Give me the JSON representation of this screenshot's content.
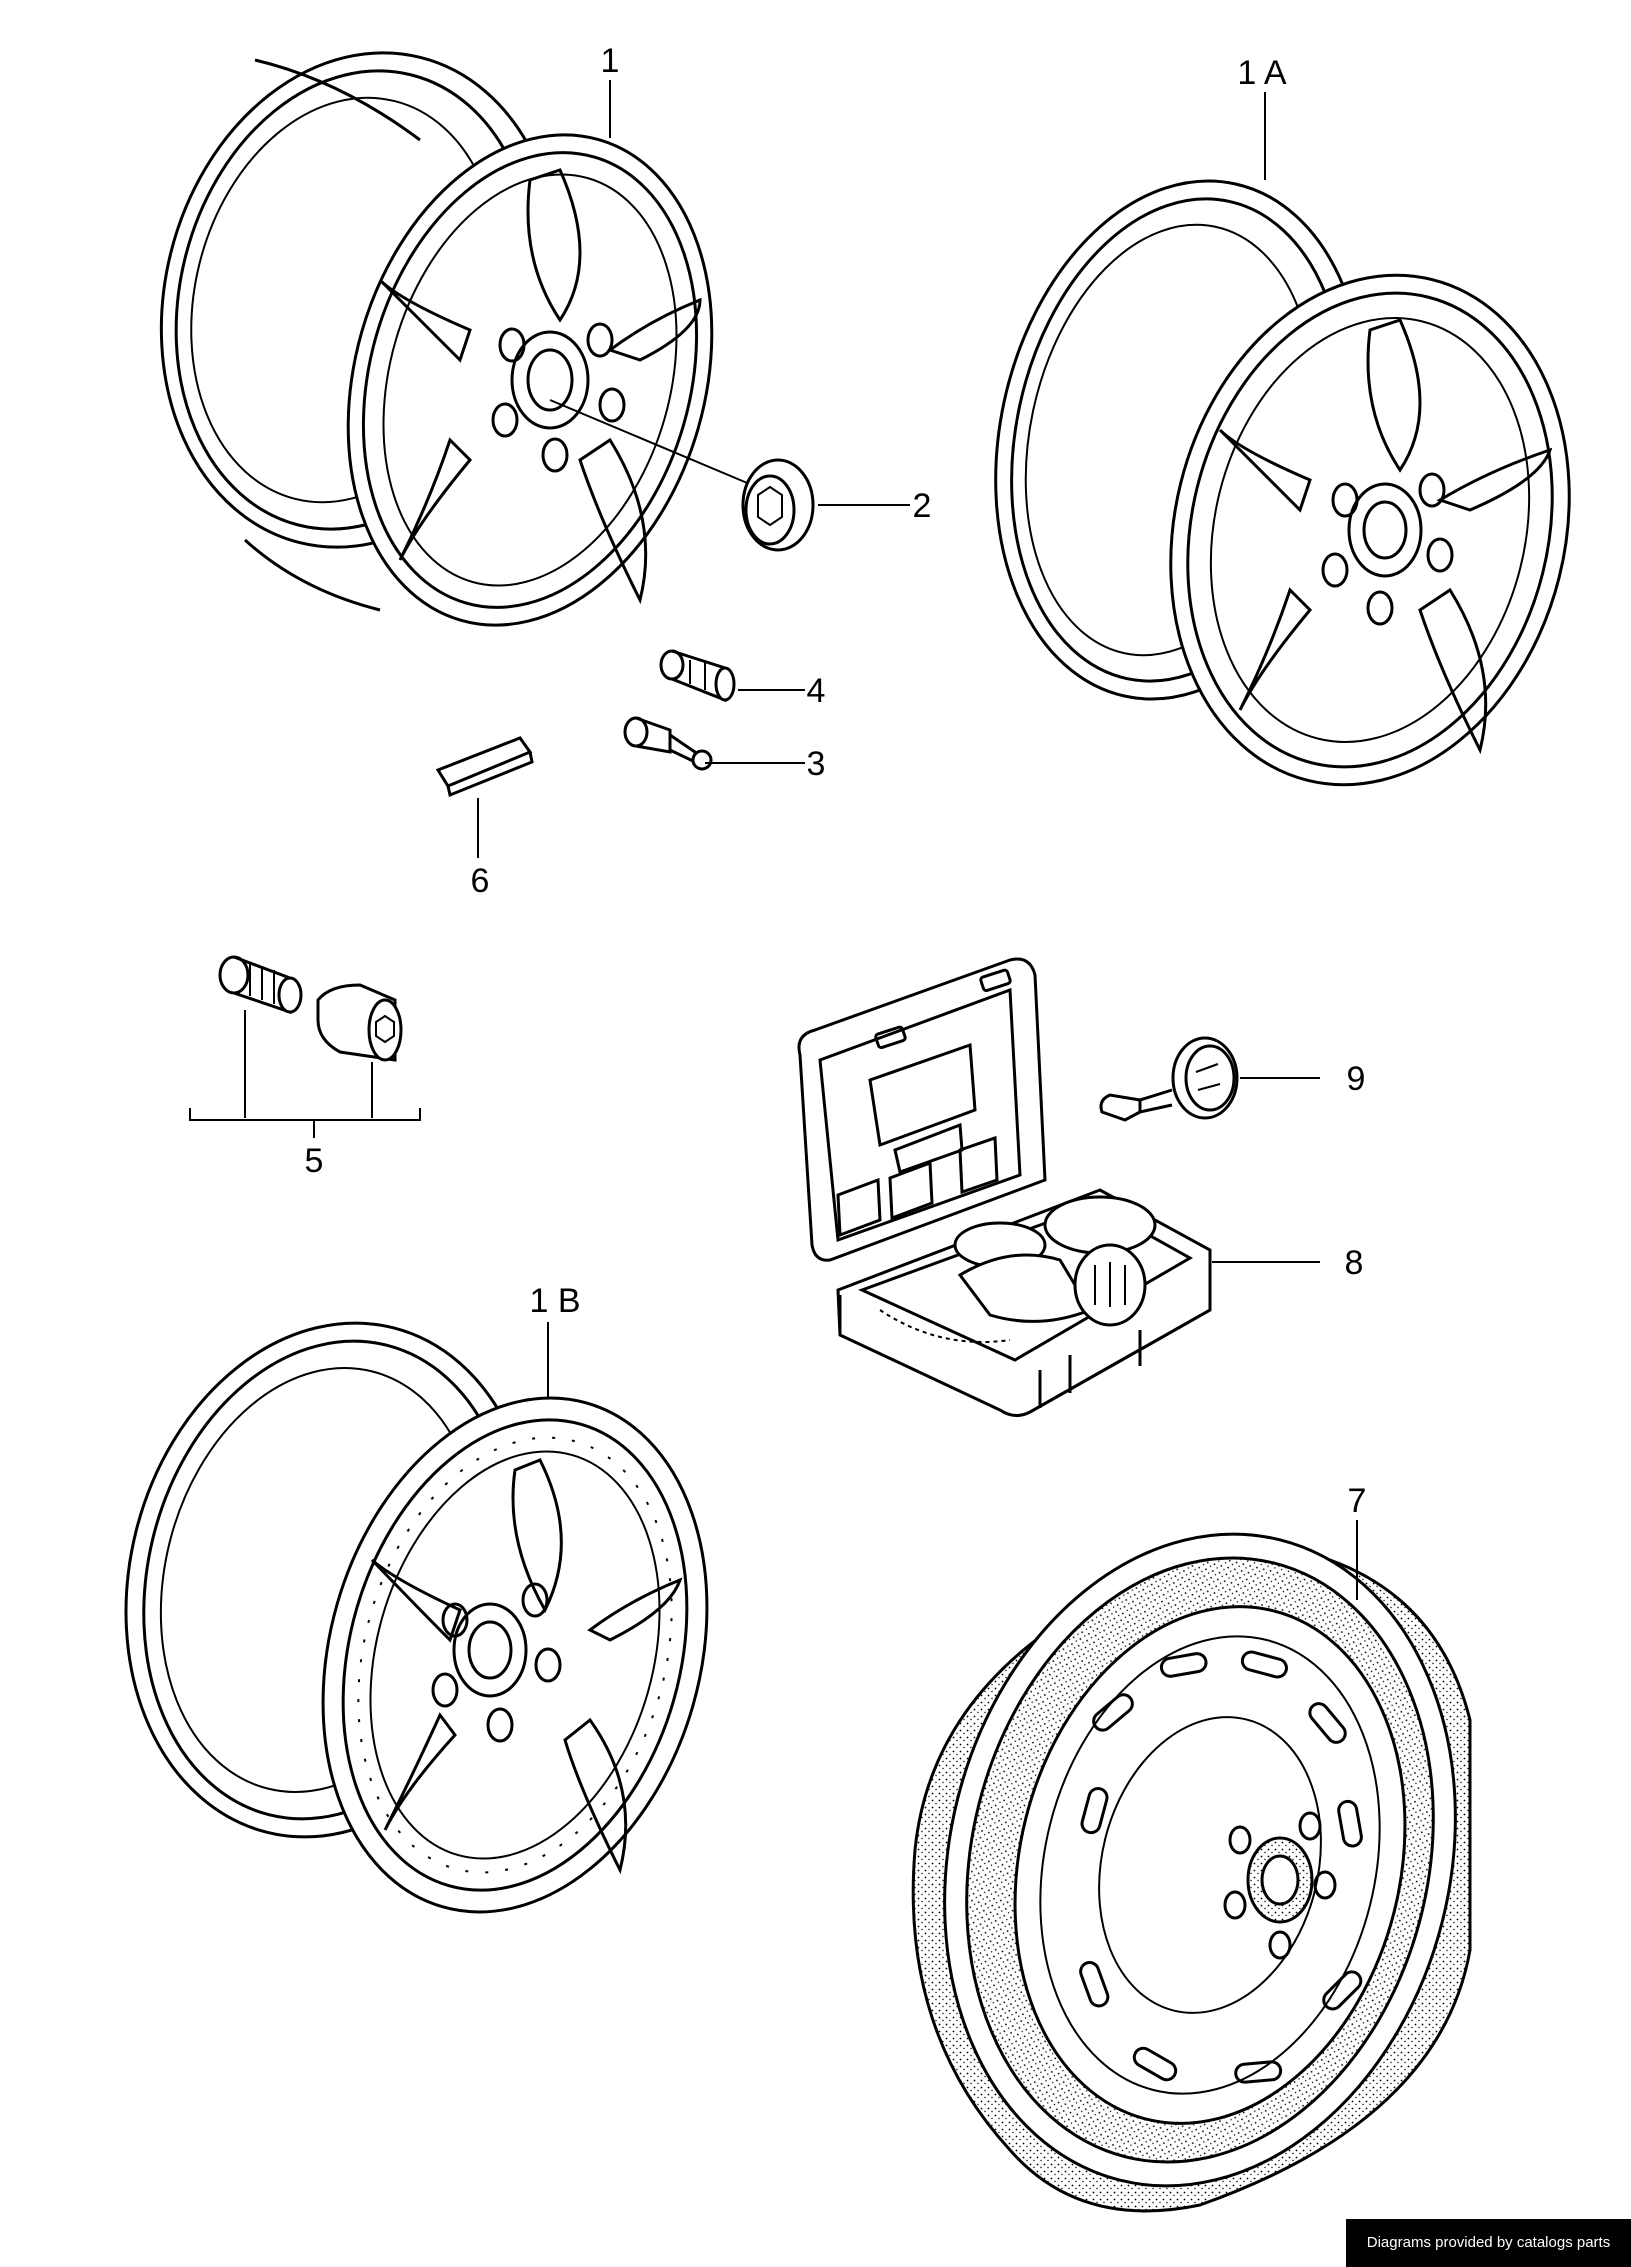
{
  "callouts": {
    "wheel_1": "1",
    "wheel_1a": "1 A",
    "wheel_1b": "1 B",
    "hub_cap": "2",
    "valve": "3",
    "valve_cap": "4",
    "lock_set": "5",
    "balance_weight": "6",
    "spare_wheel": "7",
    "compressor_kit": "8",
    "pressure_gauge": "9"
  },
  "credit": "Diagrams provided by catalogs parts",
  "colors": {
    "line": "#000000",
    "background": "#ffffff",
    "credit_bg": "#000000",
    "credit_text": "#ffffff"
  }
}
